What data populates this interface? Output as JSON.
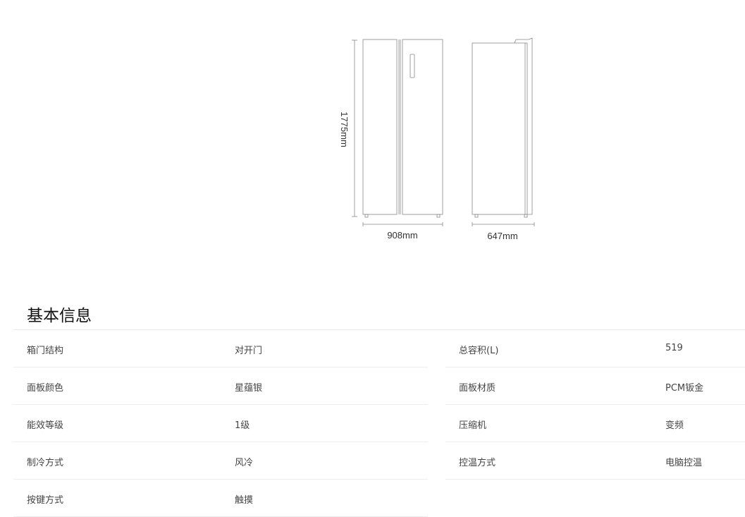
{
  "diagram": {
    "height_label": "1775mm",
    "width_label": "908mm",
    "depth_label": "647mm"
  },
  "section_title": "基本信息",
  "specs_left": [
    {
      "key": "箱门结构",
      "value": "对开门"
    },
    {
      "key": "面板颜色",
      "value": "星蕴银"
    },
    {
      "key": "能效等级",
      "value": "1级"
    },
    {
      "key": "制冷方式",
      "value": "风冷"
    },
    {
      "key": "按键方式",
      "value": "触摸"
    }
  ],
  "specs_right": [
    {
      "key": "总容积(L)",
      "value": "519"
    },
    {
      "key": "面板材质",
      "value": "PCM钣金"
    },
    {
      "key": "压缩机",
      "value": "变频"
    },
    {
      "key": "控温方式",
      "value": "电脑控温"
    }
  ]
}
